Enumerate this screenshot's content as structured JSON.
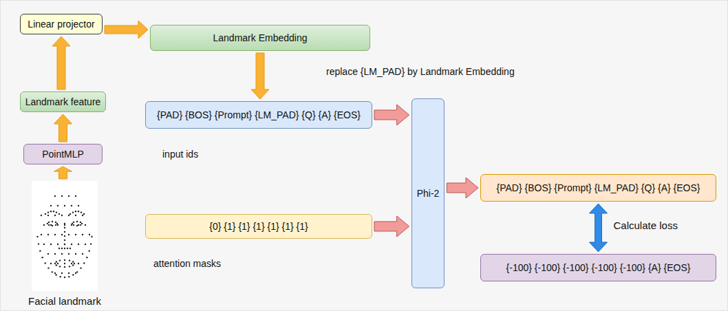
{
  "diagram": {
    "nodes": [
      {
        "text": [
          "Linear projector"
        ]
      },
      {
        "text": [
          "Landmark Embedding"
        ]
      },
      {
        "text": [
          "Landmark feature"
        ]
      },
      {
        "text": [
          "PointMLP"
        ]
      },
      {
        "text": [
          "Facial landmark"
        ]
      },
      {
        "text": [
          "{PAD} {BOS} {Prompt} {LM_PAD} {Q} {A} {EOS}"
        ]
      },
      {
        "text": [
          "{0} {1} {1} {1} {1} {1} {1}"
        ]
      },
      {
        "text": [
          "Phi-2"
        ]
      },
      {
        "text": [
          "{PAD} {BOS} {Prompt} {LM_PAD} {Q} {A} {EOS}"
        ]
      },
      {
        "text": [
          "{-100} {-100} {-100} {-100} {-100} {A} {EOS}"
        ]
      }
    ],
    "edges": [
      {
        "from": 4,
        "to": 3,
        "arrow": "to"
      },
      {
        "from": 3,
        "to": 2,
        "arrow": "to"
      },
      {
        "from": 2,
        "to": 0,
        "arrow": "to"
      },
      {
        "from": 0,
        "to": 1,
        "arrow": "to"
      },
      {
        "from": 1,
        "to": 5,
        "arrow": "to"
      },
      {
        "from": 5,
        "to": 7,
        "arrow": "to"
      },
      {
        "from": 6,
        "to": 7,
        "arrow": "to"
      },
      {
        "from": 7,
        "to": 8,
        "arrow": "to"
      },
      {
        "from": 8,
        "to": 9,
        "arrow": "both",
        "label": "Calculate loss"
      }
    ],
    "labels": [
      "replace {LM_PAD} by Landmark Embedding",
      "input ids",
      "attention masks"
    ]
  }
}
